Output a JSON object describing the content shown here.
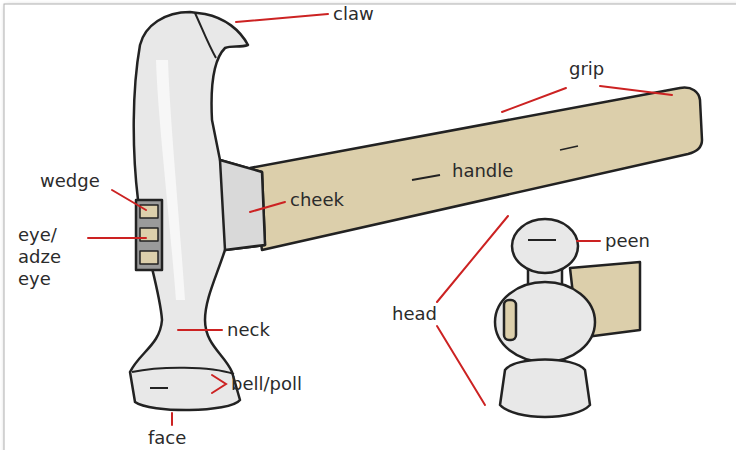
{
  "diagram": {
    "labels": [
      "claw",
      "grip",
      "wedge",
      "handle",
      "cheek",
      "eye/ adze eye",
      "peen",
      "head",
      "neck",
      "bell/poll",
      "face"
    ]
  }
}
